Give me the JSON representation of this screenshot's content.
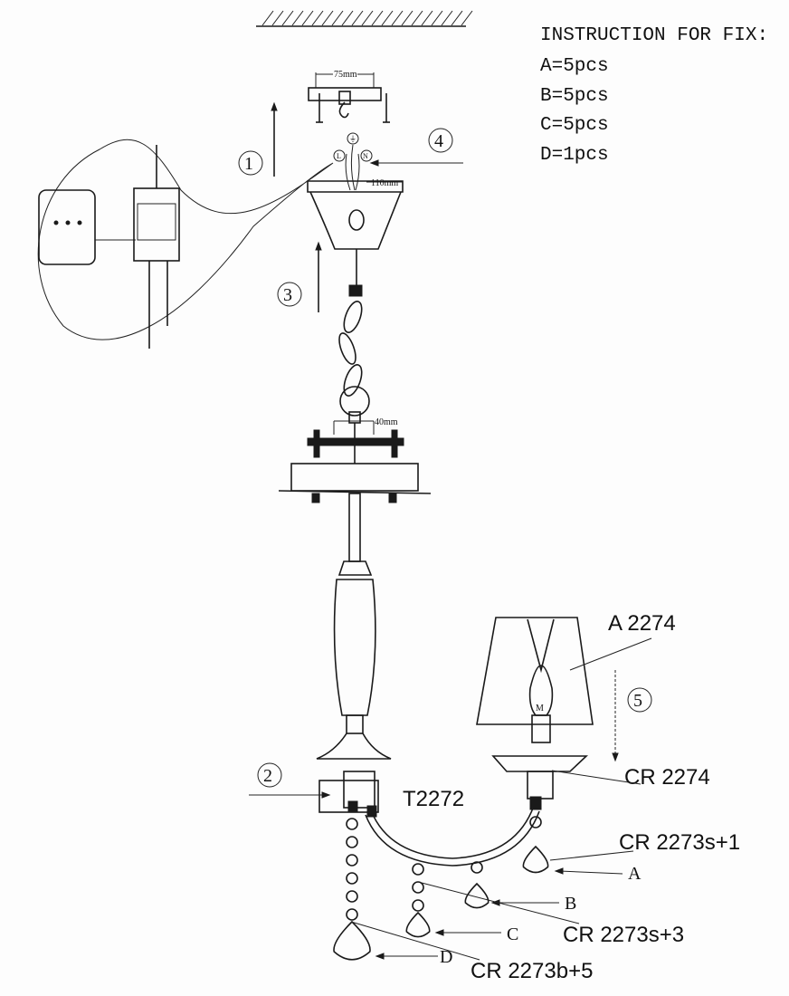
{
  "instructions": {
    "title": "INSTRUCTION FOR FIX:",
    "items": [
      "A=5pcs",
      "B=5pcs",
      "C=5pcs",
      "D=1pcs"
    ]
  },
  "dimensions": {
    "bracket": "75mm",
    "canopy": "110mm",
    "crossbar": "40mm"
  },
  "steps": [
    "1",
    "2",
    "3",
    "4",
    "5"
  ],
  "terminals": {
    "live": "L",
    "neutral": "N",
    "earth": "⏚"
  },
  "parts": {
    "shade": "A 2274",
    "cup": "CR 2274",
    "arm": "T2272",
    "crystal_s1": "CR 2273s+1",
    "crystal_s3": "CR 2273s+3",
    "crystal_b5": "CR 2273b+5"
  },
  "callouts": [
    "A",
    "B",
    "C",
    "D"
  ]
}
